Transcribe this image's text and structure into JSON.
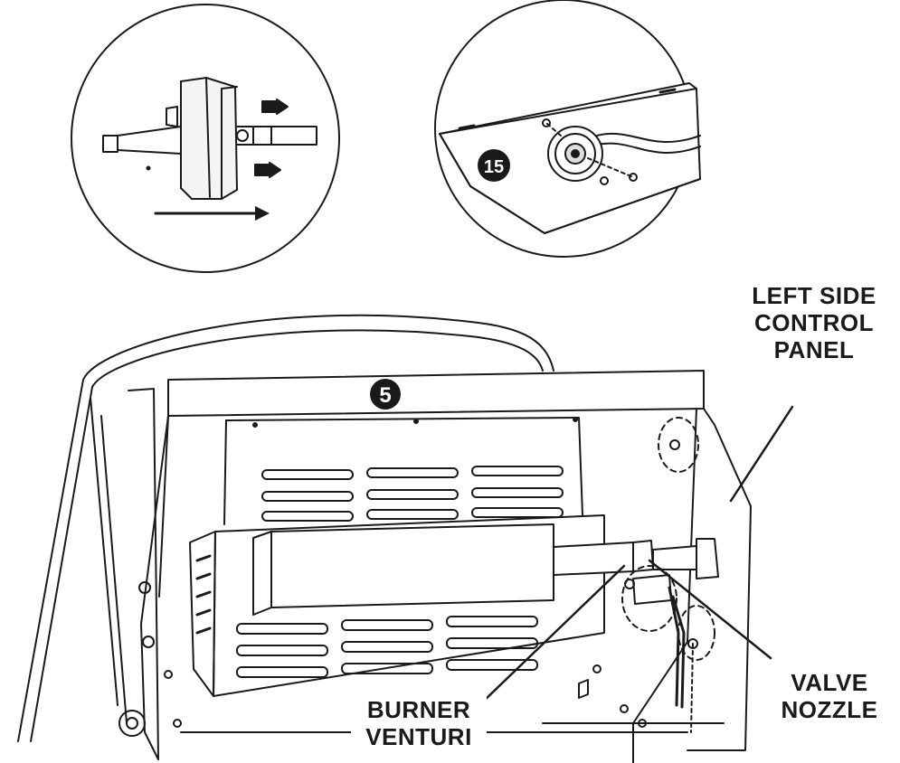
{
  "callouts": {
    "left_side_control_panel": [
      "LEFT SIDE",
      "CONTROL",
      "PANEL"
    ],
    "valve_nozzle": [
      "VALVE",
      "NOZZLE"
    ],
    "burner_venturi": [
      "BURNER",
      "VENTURI"
    ]
  },
  "step_badges": {
    "large_view": "5",
    "detail_view": "15"
  },
  "colors": {
    "line": "#1a1a1a",
    "badge_fill": "#1a1a1a",
    "background": "#ffffff"
  }
}
